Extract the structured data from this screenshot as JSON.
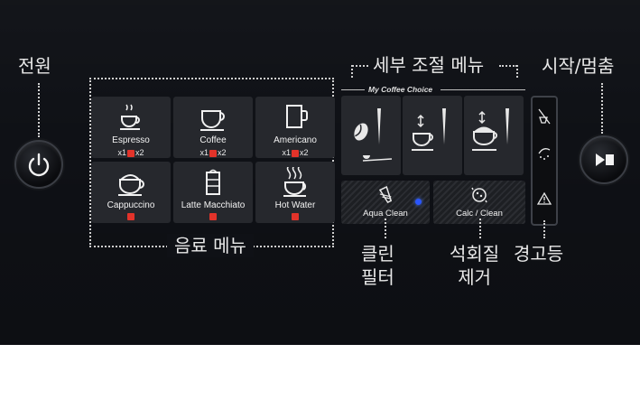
{
  "callouts": {
    "power": "전원",
    "detail_menu": "세부 조절 메뉴",
    "start_stop": "시작/멈춤",
    "drink_menu": "음료 메뉴",
    "clean_filter_line1": "클린",
    "clean_filter_line2": "필터",
    "descale_line1": "석회질",
    "descale_line2": "제거",
    "warning_light": "경고등"
  },
  "my_coffee_choice": "My Coffee Choice",
  "drinks": [
    {
      "label": "Espresso",
      "icon": "espresso-cup-icon",
      "mult": [
        "x1",
        "x2"
      ]
    },
    {
      "label": "Coffee",
      "icon": "coffee-cup-icon",
      "mult": [
        "x1",
        "x2"
      ]
    },
    {
      "label": "Americano",
      "icon": "americano-mug-icon",
      "mult": [
        "x1",
        "x2"
      ]
    },
    {
      "label": "Cappuccino",
      "icon": "cappuccino-cup-icon"
    },
    {
      "label": "Latte Macchiato",
      "icon": "latte-glass-icon"
    },
    {
      "label": "Hot Water",
      "icon": "hot-water-cup-icon"
    }
  ],
  "maintenance": {
    "aqua_clean": "Aqua Clean",
    "calc_clean": "Calc / Clean"
  },
  "colors": {
    "panel": "#0f1116",
    "tile": "#26282d",
    "indicator_red": "#e2332a",
    "indicator_blue": "#2a55ff",
    "dotted_line": "#cfcfcf"
  }
}
